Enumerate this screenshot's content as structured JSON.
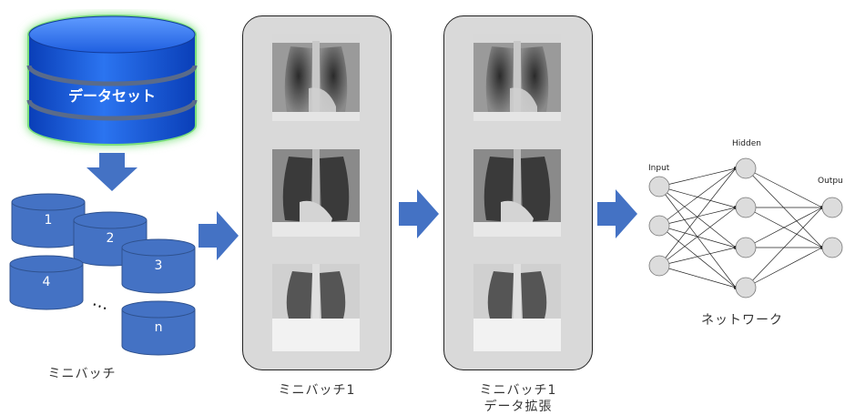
{
  "dataset": {
    "label": "データセット"
  },
  "minibatch": {
    "labels": [
      "1",
      "2",
      "3",
      "4",
      "n"
    ],
    "ellipsis": "…",
    "caption": "ミニバッチ"
  },
  "panel1": {
    "caption": "ミニバッチ1"
  },
  "panel2": {
    "caption_line1": "ミニバッチ1",
    "caption_line2": "データ拡張"
  },
  "network": {
    "input_label": "Input",
    "hidden_label": "Hidden",
    "output_label": "Outpu",
    "caption": "ネットワーク"
  },
  "colors": {
    "dataset_blue": "#1e5fe0",
    "minibatch_blue": "#4472c4",
    "arrow_blue": "#4472c4",
    "panel_gray": "#d9d9d9",
    "glow_green": "#6fd36f"
  }
}
